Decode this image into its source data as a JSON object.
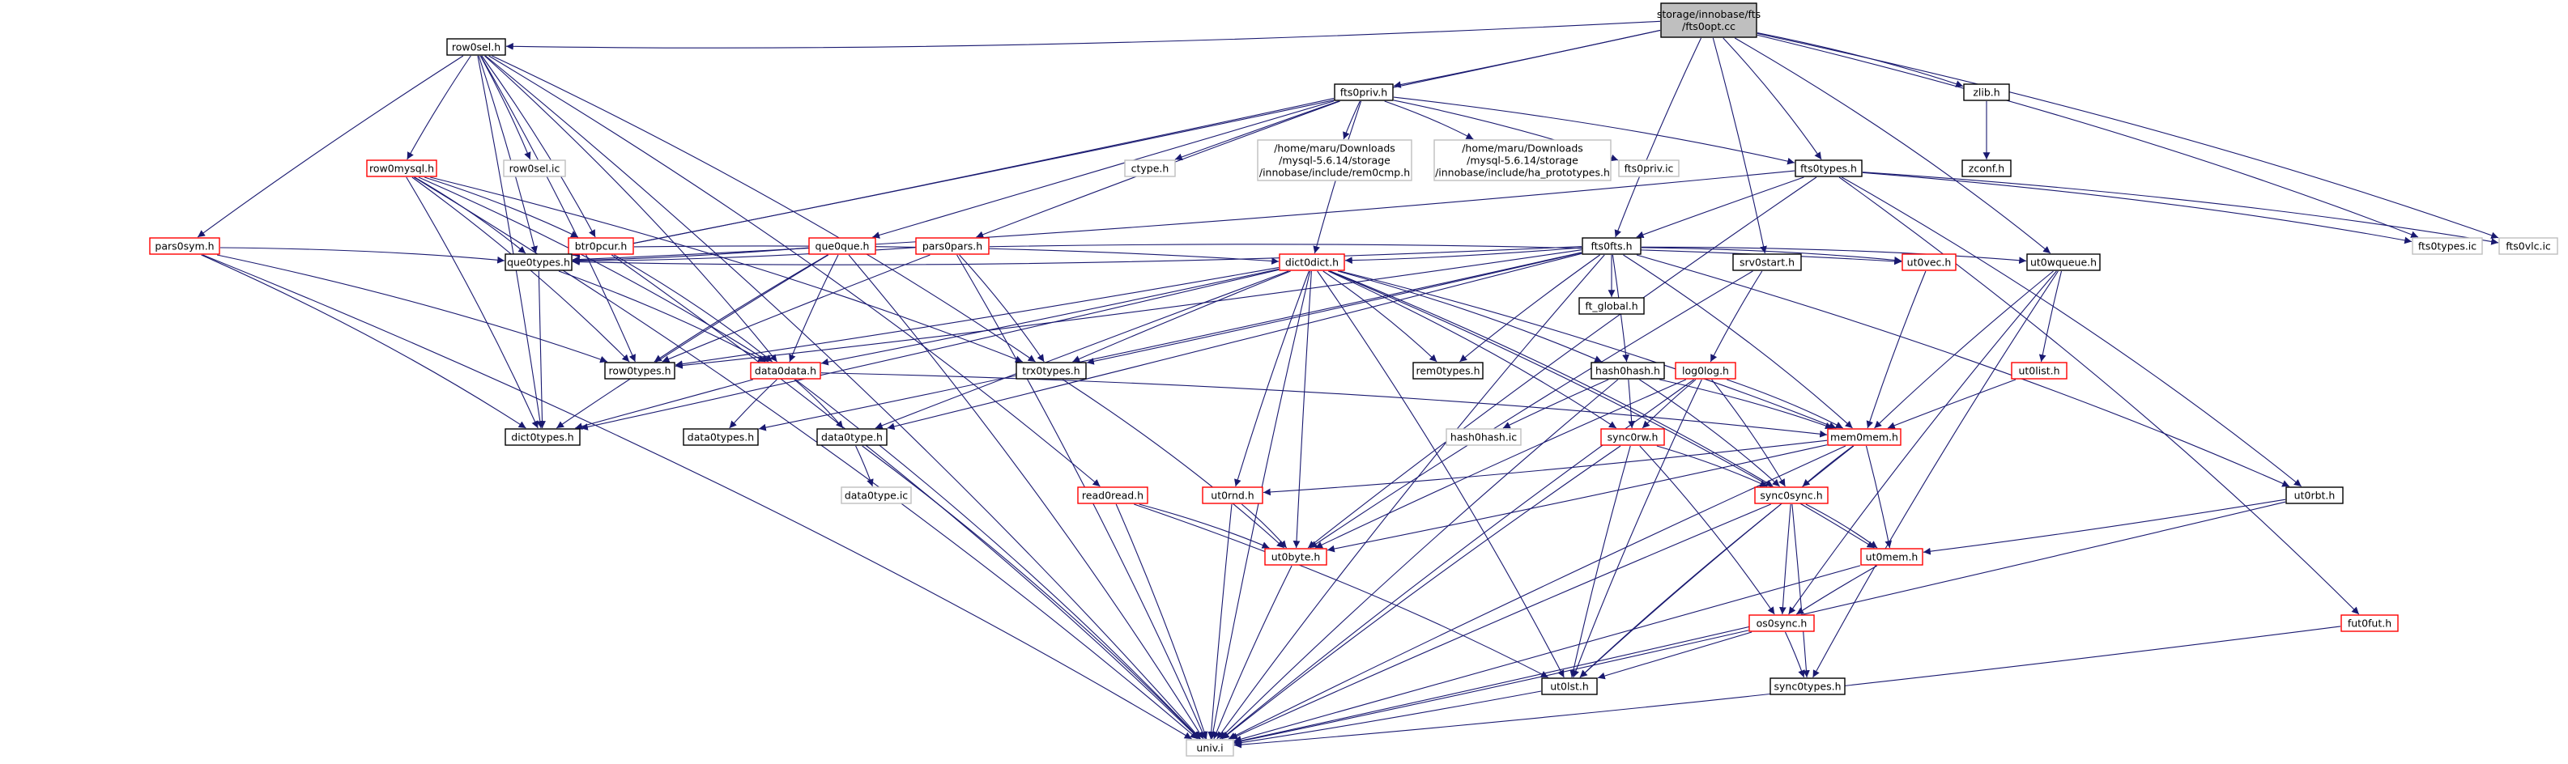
{
  "colors": {
    "edge": "#191970",
    "border_normal": "#000000",
    "border_red": "#ff0000",
    "border_gray": "#bfbfbf",
    "fill_root": "#bfbfbf",
    "text_gray": "#7f7f7f"
  },
  "nodes": [
    {
      "id": "root",
      "lines": [
        "storage/innobase/fts",
        "/fts0opt.cc"
      ],
      "style": "root"
    },
    {
      "id": "row0sel_h",
      "lines": [
        "row0sel.h"
      ],
      "style": "normal"
    },
    {
      "id": "fts0priv_h",
      "lines": [
        "fts0priv.h"
      ],
      "style": "normal"
    },
    {
      "id": "zlib_h",
      "lines": [
        "zlib.h"
      ],
      "style": "normal"
    },
    {
      "id": "zconf_h",
      "lines": [
        "zconf.h"
      ],
      "style": "normal"
    },
    {
      "id": "row0mysql_h",
      "lines": [
        "row0mysql.h"
      ],
      "style": "red"
    },
    {
      "id": "row0sel_ic",
      "lines": [
        "row0sel.ic"
      ],
      "style": "gray"
    },
    {
      "id": "ctype_h",
      "lines": [
        "ctype.h"
      ],
      "style": "gray"
    },
    {
      "id": "rem0cmp_h",
      "lines": [
        "/home/maru/Downloads",
        "/mysql-5.6.14/storage",
        "/innobase/include/rem0cmp.h"
      ],
      "style": "gray"
    },
    {
      "id": "ha_prototypes_h",
      "lines": [
        "/home/maru/Downloads",
        "/mysql-5.6.14/storage",
        "/innobase/include/ha_prototypes.h"
      ],
      "style": "gray"
    },
    {
      "id": "fts0priv_ic",
      "lines": [
        "fts0priv.ic"
      ],
      "style": "gray"
    },
    {
      "id": "fts0types_h",
      "lines": [
        "fts0types.h"
      ],
      "style": "normal"
    },
    {
      "id": "pars0sym_h",
      "lines": [
        "pars0sym.h"
      ],
      "style": "red"
    },
    {
      "id": "btr0pcur_h",
      "lines": [
        "btr0pcur.h"
      ],
      "style": "red"
    },
    {
      "id": "que0que_h",
      "lines": [
        "que0que.h"
      ],
      "style": "red"
    },
    {
      "id": "pars0pars_h",
      "lines": [
        "pars0pars.h"
      ],
      "style": "red"
    },
    {
      "id": "fts0fts_h",
      "lines": [
        "fts0fts.h"
      ],
      "style": "normal"
    },
    {
      "id": "srv0start_h",
      "lines": [
        "srv0start.h"
      ],
      "style": "normal"
    },
    {
      "id": "ut0vec_h",
      "lines": [
        "ut0vec.h"
      ],
      "style": "red"
    },
    {
      "id": "ut0wqueue_h",
      "lines": [
        "ut0wqueue.h"
      ],
      "style": "normal"
    },
    {
      "id": "fts0types_ic",
      "lines": [
        "fts0types.ic"
      ],
      "style": "gray"
    },
    {
      "id": "fts0vlc_ic",
      "lines": [
        "fts0vlc.ic"
      ],
      "style": "gray"
    },
    {
      "id": "que0types_h",
      "lines": [
        "que0types.h"
      ],
      "style": "normal"
    },
    {
      "id": "dict0dict_h",
      "lines": [
        "dict0dict.h"
      ],
      "style": "red"
    },
    {
      "id": "ft_global_h",
      "lines": [
        "ft_global.h"
      ],
      "style": "normal"
    },
    {
      "id": "row0types_h",
      "lines": [
        "row0types.h"
      ],
      "style": "normal"
    },
    {
      "id": "data0data_h",
      "lines": [
        "data0data.h"
      ],
      "style": "red"
    },
    {
      "id": "trx0types_h",
      "lines": [
        "trx0types.h"
      ],
      "style": "normal"
    },
    {
      "id": "rem0types_h",
      "lines": [
        "rem0types.h"
      ],
      "style": "normal"
    },
    {
      "id": "hash0hash_h",
      "lines": [
        "hash0hash.h"
      ],
      "style": "normal"
    },
    {
      "id": "log0log_h",
      "lines": [
        "log0log.h"
      ],
      "style": "red"
    },
    {
      "id": "ut0list_h",
      "lines": [
        "ut0list.h"
      ],
      "style": "red"
    },
    {
      "id": "dict0types_h",
      "lines": [
        "dict0types.h"
      ],
      "style": "normal"
    },
    {
      "id": "data0types_h",
      "lines": [
        "data0types.h"
      ],
      "style": "normal"
    },
    {
      "id": "data0type_h",
      "lines": [
        "data0type.h"
      ],
      "style": "normal"
    },
    {
      "id": "hash0hash_ic",
      "lines": [
        "hash0hash.ic"
      ],
      "style": "gray"
    },
    {
      "id": "sync0rw_h",
      "lines": [
        "sync0rw.h"
      ],
      "style": "red"
    },
    {
      "id": "mem0mem_h",
      "lines": [
        "mem0mem.h"
      ],
      "style": "red"
    },
    {
      "id": "data0type_ic",
      "lines": [
        "data0type.ic"
      ],
      "style": "gray"
    },
    {
      "id": "read0read_h",
      "lines": [
        "read0read.h"
      ],
      "style": "red"
    },
    {
      "id": "ut0rnd_h",
      "lines": [
        "ut0rnd.h"
      ],
      "style": "red"
    },
    {
      "id": "sync0sync_h",
      "lines": [
        "sync0sync.h"
      ],
      "style": "red"
    },
    {
      "id": "ut0rbt_h",
      "lines": [
        "ut0rbt.h"
      ],
      "style": "normal"
    },
    {
      "id": "ut0byte_h",
      "lines": [
        "ut0byte.h"
      ],
      "style": "red"
    },
    {
      "id": "ut0mem_h",
      "lines": [
        "ut0mem.h"
      ],
      "style": "red"
    },
    {
      "id": "os0sync_h",
      "lines": [
        "os0sync.h"
      ],
      "style": "red"
    },
    {
      "id": "fut0fut_h",
      "lines": [
        "fut0fut.h"
      ],
      "style": "red"
    },
    {
      "id": "ut0lst_h",
      "lines": [
        "ut0lst.h"
      ],
      "style": "normal"
    },
    {
      "id": "sync0types_h",
      "lines": [
        "sync0types.h"
      ],
      "style": "normal"
    },
    {
      "id": "univ_i",
      "lines": [
        "univ.i"
      ],
      "style": "gray"
    }
  ],
  "edges": [
    [
      "root",
      "row0sel_h"
    ],
    [
      "root",
      "fts0priv_h"
    ],
    [
      "root",
      "zlib_h"
    ],
    [
      "root",
      "fts0types_h"
    ],
    [
      "root",
      "fts0fts_h"
    ],
    [
      "root",
      "srv0start_h"
    ],
    [
      "root",
      "ut0wqueue_h"
    ],
    [
      "root",
      "fts0types_ic"
    ],
    [
      "root",
      "fts0vlc_ic"
    ],
    [
      "root",
      "que0types_h"
    ],
    [
      "zlib_h",
      "zconf_h"
    ],
    [
      "row0sel_h",
      "row0mysql_h"
    ],
    [
      "row0sel_h",
      "row0sel_ic"
    ],
    [
      "row0sel_h",
      "btr0pcur_h"
    ],
    [
      "row0sel_h",
      "pars0sym_h"
    ],
    [
      "row0sel_h",
      "que0types_h"
    ],
    [
      "row0sel_h",
      "row0types_h"
    ],
    [
      "row0sel_h",
      "data0data_h"
    ],
    [
      "row0sel_h",
      "dict0types_h"
    ],
    [
      "row0sel_h",
      "trx0types_h"
    ],
    [
      "row0sel_h",
      "read0read_h"
    ],
    [
      "row0sel_h",
      "univ_i"
    ],
    [
      "fts0priv_h",
      "ctype_h"
    ],
    [
      "fts0priv_h",
      "rem0cmp_h"
    ],
    [
      "fts0priv_h",
      "ha_prototypes_h"
    ],
    [
      "fts0priv_h",
      "fts0priv_ic"
    ],
    [
      "fts0priv_h",
      "fts0types_h"
    ],
    [
      "fts0priv_h",
      "que0que_h"
    ],
    [
      "fts0priv_h",
      "pars0pars_h"
    ],
    [
      "fts0priv_h",
      "dict0dict_h"
    ],
    [
      "fts0priv_h",
      "que0types_h"
    ],
    [
      "row0mysql_h",
      "btr0pcur_h"
    ],
    [
      "row0mysql_h",
      "que0types_h"
    ],
    [
      "row0mysql_h",
      "row0types_h"
    ],
    [
      "row0mysql_h",
      "data0data_h"
    ],
    [
      "row0mysql_h",
      "dict0types_h"
    ],
    [
      "row0mysql_h",
      "trx0types_h"
    ],
    [
      "row0mysql_h",
      "univ_i"
    ],
    [
      "pars0sym_h",
      "que0types_h"
    ],
    [
      "pars0sym_h",
      "row0types_h"
    ],
    [
      "pars0sym_h",
      "dict0types_h"
    ],
    [
      "pars0sym_h",
      "univ_i"
    ],
    [
      "btr0pcur_h",
      "dict0dict_h"
    ],
    [
      "btr0pcur_h",
      "data0data_h"
    ],
    [
      "btr0pcur_h",
      "univ_i"
    ],
    [
      "que0que_h",
      "que0types_h"
    ],
    [
      "que0que_h",
      "row0types_h"
    ],
    [
      "que0que_h",
      "data0data_h"
    ],
    [
      "que0que_h",
      "dict0types_h"
    ],
    [
      "que0que_h",
      "univ_i"
    ],
    [
      "pars0pars_h",
      "que0types_h"
    ],
    [
      "pars0pars_h",
      "row0types_h"
    ],
    [
      "pars0pars_h",
      "trx0types_h"
    ],
    [
      "pars0pars_h",
      "ut0vec_h"
    ],
    [
      "pars0pars_h",
      "univ_i"
    ],
    [
      "fts0types_h",
      "que0types_h"
    ],
    [
      "fts0types_h",
      "fts0fts_h"
    ],
    [
      "fts0types_h",
      "ut0byte_h"
    ],
    [
      "fts0types_h",
      "ut0rbt_h"
    ],
    [
      "fts0types_h",
      "fut0fut_h"
    ],
    [
      "fts0types_h",
      "fts0types_ic"
    ],
    [
      "fts0types_h",
      "fts0vlc_ic"
    ],
    [
      "fts0fts_h",
      "que0types_h"
    ],
    [
      "fts0fts_h",
      "dict0dict_h"
    ],
    [
      "fts0fts_h",
      "ft_global_h"
    ],
    [
      "fts0fts_h",
      "row0types_h"
    ],
    [
      "fts0fts_h",
      "trx0types_h"
    ],
    [
      "fts0fts_h",
      "rem0types_h"
    ],
    [
      "fts0fts_h",
      "hash0hash_h"
    ],
    [
      "fts0fts_h",
      "ut0vec_h"
    ],
    [
      "fts0fts_h",
      "ut0wqueue_h"
    ],
    [
      "fts0fts_h",
      "mem0mem_h"
    ],
    [
      "fts0fts_h",
      "ut0rbt_h"
    ],
    [
      "fts0fts_h",
      "data0type_h"
    ],
    [
      "fts0fts_h",
      "data0types_h"
    ],
    [
      "fts0fts_h",
      "univ_i"
    ],
    [
      "srv0start_h",
      "log0log_h"
    ],
    [
      "srv0start_h",
      "ut0byte_h"
    ],
    [
      "ut0vec_h",
      "mem0mem_h"
    ],
    [
      "ut0wqueue_h",
      "ut0list_h"
    ],
    [
      "ut0wqueue_h",
      "mem0mem_h"
    ],
    [
      "ut0wqueue_h",
      "os0sync_h"
    ],
    [
      "ut0wqueue_h",
      "sync0types_h"
    ],
    [
      "ut0list_h",
      "mem0mem_h"
    ],
    [
      "que0types_h",
      "data0data_h"
    ],
    [
      "que0types_h",
      "dict0types_h"
    ],
    [
      "dict0dict_h",
      "row0types_h"
    ],
    [
      "dict0dict_h",
      "data0data_h"
    ],
    [
      "dict0dict_h",
      "trx0types_h"
    ],
    [
      "dict0dict_h",
      "rem0types_h"
    ],
    [
      "dict0dict_h",
      "hash0hash_h"
    ],
    [
      "dict0dict_h",
      "dict0types_h"
    ],
    [
      "dict0dict_h",
      "data0type_h"
    ],
    [
      "dict0dict_h",
      "sync0rw_h"
    ],
    [
      "dict0dict_h",
      "mem0mem_h"
    ],
    [
      "dict0dict_h",
      "ut0rnd_h"
    ],
    [
      "dict0dict_h",
      "ut0byte_h"
    ],
    [
      "dict0dict_h",
      "sync0sync_h"
    ],
    [
      "dict0dict_h",
      "ut0mem_h"
    ],
    [
      "dict0dict_h",
      "ut0lst_h"
    ],
    [
      "dict0dict_h",
      "univ_i"
    ],
    [
      "data0data_h",
      "dict0types_h"
    ],
    [
      "data0data_h",
      "data0types_h"
    ],
    [
      "data0data_h",
      "data0type_h"
    ],
    [
      "data0data_h",
      "mem0mem_h"
    ],
    [
      "data0data_h",
      "univ_i"
    ],
    [
      "trx0types_h",
      "ut0byte_h"
    ],
    [
      "hash0hash_h",
      "hash0hash_ic"
    ],
    [
      "hash0hash_h",
      "sync0rw_h"
    ],
    [
      "hash0hash_h",
      "mem0mem_h"
    ],
    [
      "hash0hash_h",
      "sync0sync_h"
    ],
    [
      "hash0hash_h",
      "univ_i"
    ],
    [
      "log0log_h",
      "sync0rw_h"
    ],
    [
      "log0log_h",
      "sync0sync_h"
    ],
    [
      "log0log_h",
      "ut0byte_h"
    ],
    [
      "log0log_h",
      "ut0lst_h"
    ],
    [
      "log0log_h",
      "mem0mem_h"
    ],
    [
      "log0log_h",
      "univ_i"
    ],
    [
      "data0type_h",
      "data0type_ic"
    ],
    [
      "data0type_h",
      "univ_i"
    ],
    [
      "sync0rw_h",
      "sync0sync_h"
    ],
    [
      "sync0rw_h",
      "os0sync_h"
    ],
    [
      "sync0rw_h",
      "ut0lst_h"
    ],
    [
      "sync0rw_h",
      "univ_i"
    ],
    [
      "mem0mem_h",
      "ut0rnd_h"
    ],
    [
      "mem0mem_h",
      "ut0byte_h"
    ],
    [
      "mem0mem_h",
      "sync0sync_h"
    ],
    [
      "mem0mem_h",
      "ut0mem_h"
    ],
    [
      "mem0mem_h",
      "ut0lst_h"
    ],
    [
      "mem0mem_h",
      "univ_i"
    ],
    [
      "read0read_h",
      "ut0byte_h"
    ],
    [
      "read0read_h",
      "ut0lst_h"
    ],
    [
      "read0read_h",
      "univ_i"
    ],
    [
      "ut0rnd_h",
      "ut0byte_h"
    ],
    [
      "ut0rnd_h",
      "univ_i"
    ],
    [
      "sync0sync_h",
      "ut0mem_h"
    ],
    [
      "sync0sync_h",
      "os0sync_h"
    ],
    [
      "sync0sync_h",
      "ut0lst_h"
    ],
    [
      "sync0sync_h",
      "sync0types_h"
    ],
    [
      "sync0sync_h",
      "univ_i"
    ],
    [
      "ut0rbt_h",
      "ut0mem_h"
    ],
    [
      "ut0rbt_h",
      "univ_i"
    ],
    [
      "ut0byte_h",
      "univ_i"
    ],
    [
      "ut0mem_h",
      "os0sync_h"
    ],
    [
      "ut0mem_h",
      "univ_i"
    ],
    [
      "os0sync_h",
      "ut0lst_h"
    ],
    [
      "os0sync_h",
      "sync0types_h"
    ],
    [
      "os0sync_h",
      "univ_i"
    ],
    [
      "fut0fut_h",
      "univ_i"
    ],
    [
      "ut0lst_h",
      "univ_i"
    ]
  ]
}
